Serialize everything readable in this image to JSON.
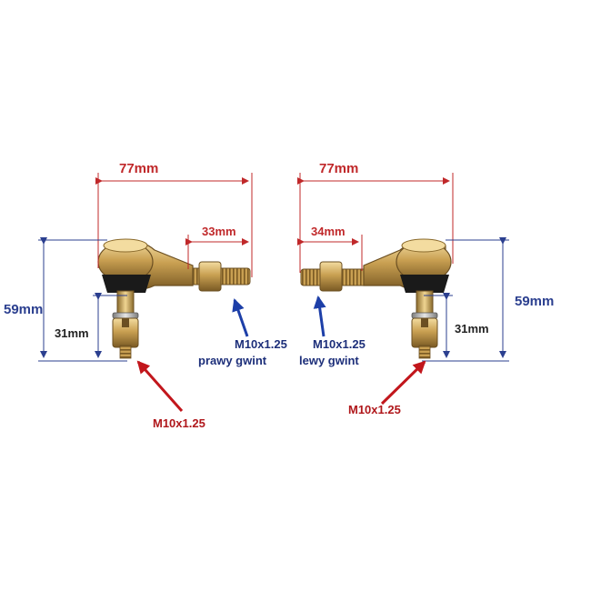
{
  "left": {
    "length": "77mm",
    "shank": "33mm",
    "height": "59mm",
    "stud": "31mm",
    "thread_label": "M10x1.25",
    "thread_note": "prawy gwint",
    "stud_thread": "M10x1.25"
  },
  "right": {
    "length": "77mm",
    "shank": "34mm",
    "height": "59mm",
    "stud": "31mm",
    "thread_label": "M10x1.25",
    "thread_note": "lewy gwint",
    "stud_thread": "M10x1.25"
  },
  "colors": {
    "dimension_red": "#c0282a",
    "dimension_blue": "#2b3f8f",
    "callout_red": "#b0171b",
    "callout_blue": "#1d3fa8",
    "metal_gold": "#c49a4a",
    "metal_dark": "#6b4f22",
    "rubber": "#1a1a1a"
  }
}
